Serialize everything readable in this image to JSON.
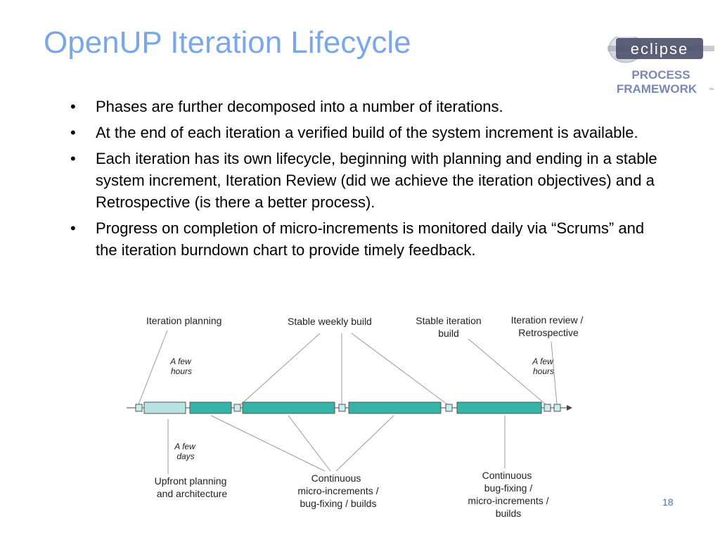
{
  "slide": {
    "title": "OpenUP Iteration Lifecycle",
    "page_number": "18",
    "bullet_symbol": "•"
  },
  "logo": {
    "word": "eclipse",
    "line1": "PROCESS",
    "line2": "FRAMEWORK",
    "trademark": "™"
  },
  "bullets": [
    "Phases are further decomposed into a number of iterations.",
    "At the end of each iteration a verified build of the system increment is available.",
    "Each iteration has its own lifecycle, beginning with planning and ending in a stable system increment, Iteration Review (did we achieve the iteration objectives) and a Retrospective (is there a better process).",
    "Progress on completion of micro-increments is monitored daily via “Scrums” and the iteration burndown chart to provide timely feedback."
  ],
  "diagram": {
    "labels": {
      "iteration_planning": "Iteration planning",
      "stable_weekly_build": "Stable weekly build",
      "stable_iteration_build_1": "Stable iteration",
      "stable_iteration_build_2": "build",
      "iteration_review_1": "Iteration review /",
      "iteration_review_2": "Retrospective",
      "few_hours_left_1": "A few",
      "few_hours_left_2": "hours",
      "few_hours_right_1": "A few",
      "few_hours_right_2": "hours",
      "few_days_1": "A few",
      "few_days_2": "days",
      "upfront_1": "Upfront planning",
      "upfront_2": "and architecture",
      "continuous_left_1": "Continuous",
      "continuous_left_2": "micro-increments /",
      "continuous_left_3": "bug-fixing / builds",
      "continuous_right_1": "Continuous",
      "continuous_right_2": "bug-fixing /",
      "continuous_right_3": "micro-increments /",
      "continuous_right_4": "builds"
    },
    "colors": {
      "planning_bar": "#b9e3e3",
      "work_bar": "#35b3a9",
      "milestone": "#c9ecec",
      "line": "#9a9a9a",
      "text": "#222222"
    }
  }
}
